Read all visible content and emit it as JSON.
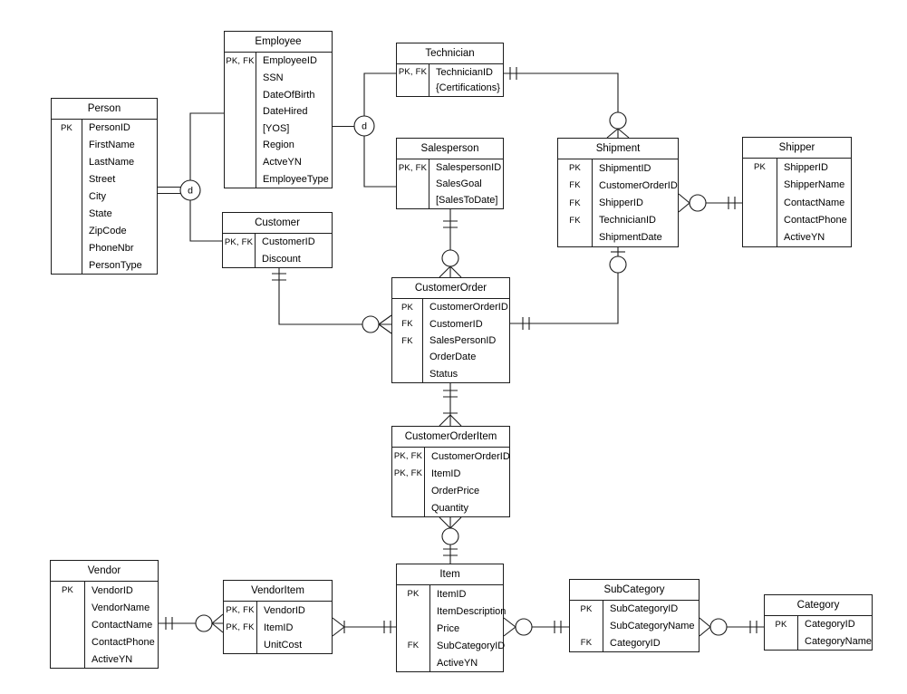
{
  "diagram": {
    "type": "entity-relationship-crows-foot",
    "colors": {
      "background": "#ffffff",
      "line": "#1c1c1c",
      "entity_fill": "#ffffff",
      "text": "#000000"
    },
    "subtype_circles": [
      {
        "label": "d"
      },
      {
        "label": "d"
      }
    ],
    "entities": [
      {
        "title": "Person",
        "rows": [
          {
            "key": "PK",
            "name": "PersonID"
          },
          {
            "key": "",
            "name": "FirstName"
          },
          {
            "key": "",
            "name": "LastName"
          },
          {
            "key": "",
            "name": "Street"
          },
          {
            "key": "",
            "name": "City"
          },
          {
            "key": "",
            "name": "State"
          },
          {
            "key": "",
            "name": "ZipCode"
          },
          {
            "key": "",
            "name": "PhoneNbr"
          },
          {
            "key": "",
            "name": "PersonType"
          }
        ]
      },
      {
        "title": "Employee",
        "rows": [
          {
            "key": "PK, FK",
            "name": "EmployeeID"
          },
          {
            "key": "",
            "name": "SSN"
          },
          {
            "key": "",
            "name": "DateOfBirth"
          },
          {
            "key": "",
            "name": "DateHired"
          },
          {
            "key": "",
            "name": "[YOS]"
          },
          {
            "key": "",
            "name": "Region"
          },
          {
            "key": "",
            "name": "ActveYN"
          },
          {
            "key": "",
            "name": "EmployeeType"
          }
        ]
      },
      {
        "title": "Technician",
        "rows": [
          {
            "key": "PK, FK",
            "name": "TechnicianID"
          },
          {
            "key": "",
            "name": "{Certifications}"
          }
        ]
      },
      {
        "title": "Salesperson",
        "rows": [
          {
            "key": "PK, FK",
            "name": "SalespersonID"
          },
          {
            "key": "",
            "name": "SalesGoal"
          },
          {
            "key": "",
            "name": "[SalesToDate]"
          }
        ]
      },
      {
        "title": "Customer",
        "rows": [
          {
            "key": "PK, FK",
            "name": "CustomerID"
          },
          {
            "key": "",
            "name": "Discount"
          }
        ]
      },
      {
        "title": "Shipment",
        "rows": [
          {
            "key": "PK",
            "name": "ShipmentID"
          },
          {
            "key": "FK",
            "name": "CustomerOrderID"
          },
          {
            "key": "FK",
            "name": "ShipperID"
          },
          {
            "key": "FK",
            "name": "TechnicianID"
          },
          {
            "key": "",
            "name": "ShipmentDate"
          }
        ]
      },
      {
        "title": "Shipper",
        "rows": [
          {
            "key": "PK",
            "name": "ShipperID"
          },
          {
            "key": "",
            "name": "ShipperName"
          },
          {
            "key": "",
            "name": "ContactName"
          },
          {
            "key": "",
            "name": "ContactPhone"
          },
          {
            "key": "",
            "name": "ActiveYN"
          }
        ]
      },
      {
        "title": "CustomerOrder",
        "rows": [
          {
            "key": "PK",
            "name": "CustomerOrderID"
          },
          {
            "key": "FK",
            "name": "CustomerID"
          },
          {
            "key": "FK",
            "name": "SalesPersonID"
          },
          {
            "key": "",
            "name": "OrderDate"
          },
          {
            "key": "",
            "name": "Status"
          }
        ]
      },
      {
        "title": "CustomerOrderItem",
        "rows": [
          {
            "key": "PK, FK",
            "name": "CustomerOrderID"
          },
          {
            "key": "PK, FK",
            "name": "ItemID"
          },
          {
            "key": "",
            "name": "OrderPrice"
          },
          {
            "key": "",
            "name": "Quantity"
          }
        ]
      },
      {
        "title": "Item",
        "rows": [
          {
            "key": "PK",
            "name": "ItemID"
          },
          {
            "key": "",
            "name": "ItemDescription"
          },
          {
            "key": "",
            "name": "Price"
          },
          {
            "key": "FK",
            "name": "SubCategoryID"
          },
          {
            "key": "",
            "name": "ActiveYN"
          }
        ]
      },
      {
        "title": "Vendor",
        "rows": [
          {
            "key": "PK",
            "name": "VendorID"
          },
          {
            "key": "",
            "name": "VendorName"
          },
          {
            "key": "",
            "name": "ContactName"
          },
          {
            "key": "",
            "name": "ContactPhone"
          },
          {
            "key": "",
            "name": "ActiveYN"
          }
        ]
      },
      {
        "title": "VendorItem",
        "rows": [
          {
            "key": "PK, FK",
            "name": "VendorID"
          },
          {
            "key": "PK, FK",
            "name": "ItemID"
          },
          {
            "key": "",
            "name": "UnitCost"
          }
        ]
      },
      {
        "title": "SubCategory",
        "rows": [
          {
            "key": "PK",
            "name": "SubCategoryID"
          },
          {
            "key": "",
            "name": "SubCategoryName"
          },
          {
            "key": "FK",
            "name": "CategoryID"
          }
        ]
      },
      {
        "title": "Category",
        "rows": [
          {
            "key": "PK",
            "name": "CategoryID"
          },
          {
            "key": "",
            "name": "CategoryName"
          }
        ]
      }
    ]
  }
}
